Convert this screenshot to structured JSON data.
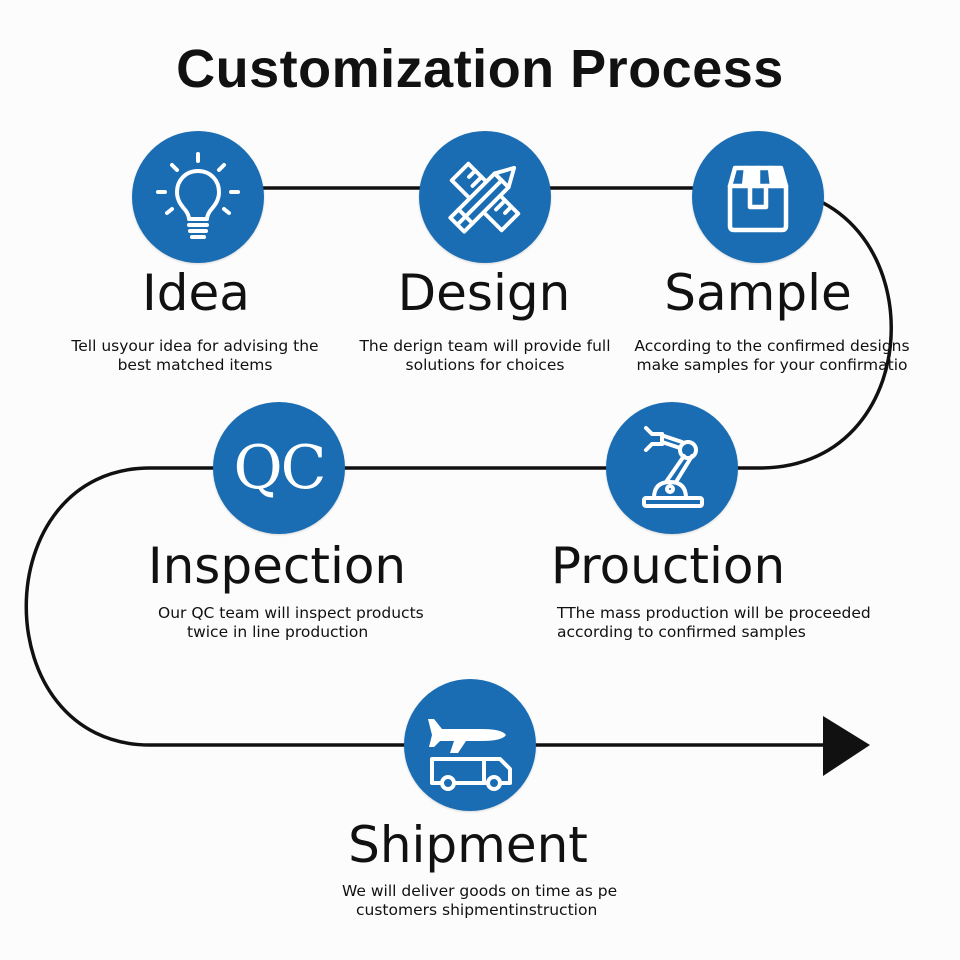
{
  "title": "Customization Process",
  "colors": {
    "accent": "#1a6db3",
    "line": "#111111",
    "background": "#fcfcfc"
  },
  "steps": [
    {
      "title": "Idea",
      "icon": "lightbulb-icon",
      "desc_line1": "Tell usyour idea for advising the",
      "desc_line2": "best matched items"
    },
    {
      "title": "Design",
      "icon": "ruler-pencil-icon",
      "desc_line1": "The derign team will provide full",
      "desc_line2": "solutions for choices"
    },
    {
      "title": "Sample",
      "icon": "package-box-icon",
      "desc_line1": "According to the confirmed designs",
      "desc_line2": "make samples for your confirmatio"
    },
    {
      "title": "Proucti​on",
      "icon": "robot-arm-icon",
      "desc_line1": "TThe mass production will be proceeded",
      "desc_line2": "according to confirmed samples"
    },
    {
      "title": "Inspection",
      "icon": "qc-text-icon",
      "icon_text": "QC",
      "desc_line1": "Our QC team will inspect products",
      "desc_line2": "twice in line production"
    },
    {
      "title": "Shipment",
      "icon": "plane-truck-icon",
      "desc_line1": "We will deliver goods on time as pe",
      "desc_line2": "customers shipmentinstruction"
    }
  ]
}
